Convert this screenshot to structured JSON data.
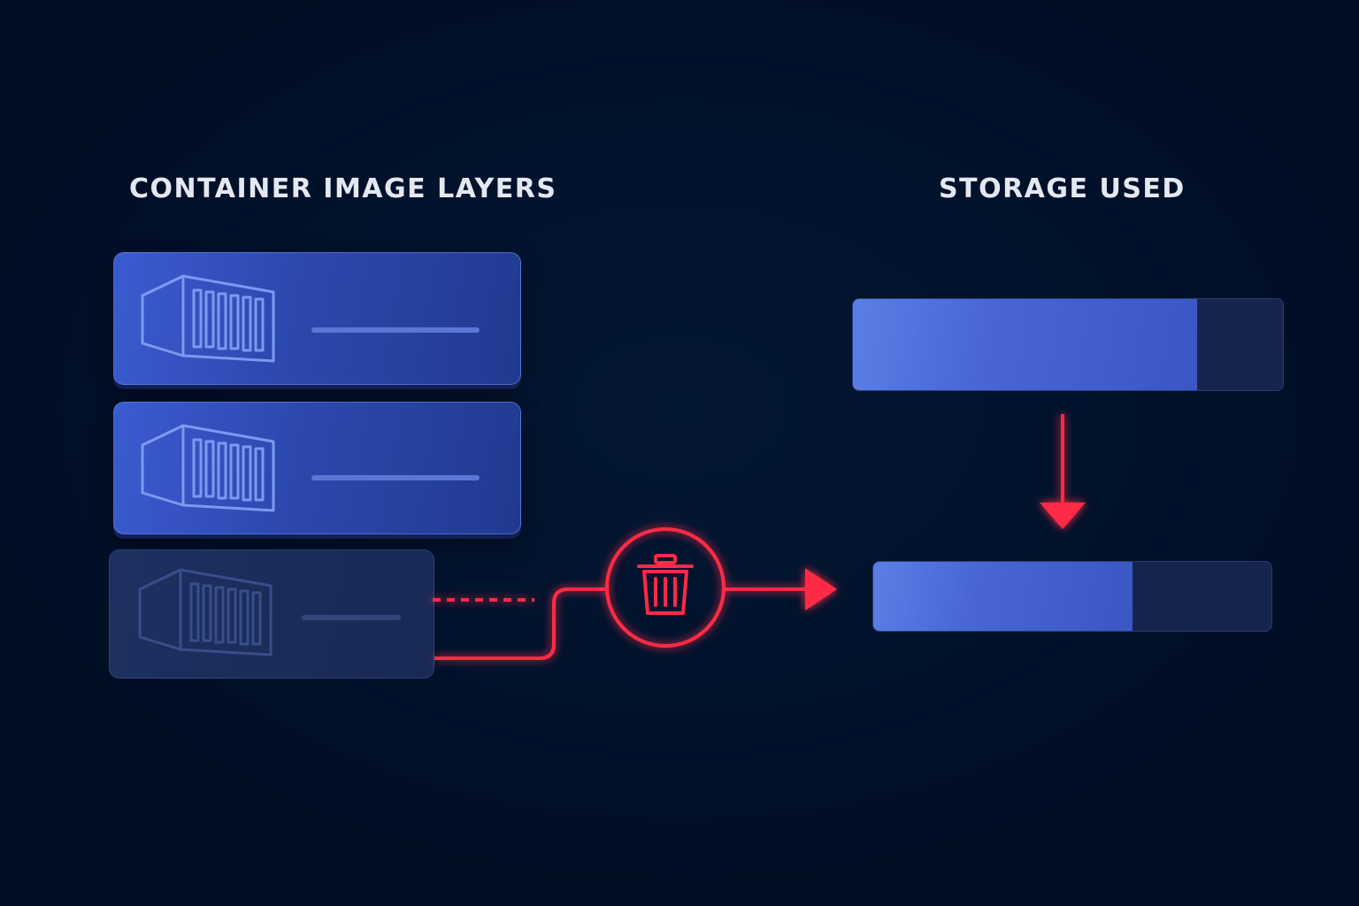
{
  "headings": {
    "left": "CONTAINER IMAGE LAYERS",
    "right": "STORAGE USED"
  },
  "layers": [
    {
      "state": "active",
      "icon": "shipping-container-icon"
    },
    {
      "state": "active",
      "icon": "shipping-container-icon"
    },
    {
      "state": "removed",
      "icon": "shipping-container-icon"
    }
  ],
  "delete_icon": "trash-icon",
  "storage": {
    "before_fill": 0.8,
    "after_fill": 0.65
  },
  "colors": {
    "background": "#00112a",
    "layer_blue": "#3b5bd0",
    "storage_fill": "#4766d4",
    "storage_empty": "#15254f",
    "delete_red": "#ff2a45"
  }
}
